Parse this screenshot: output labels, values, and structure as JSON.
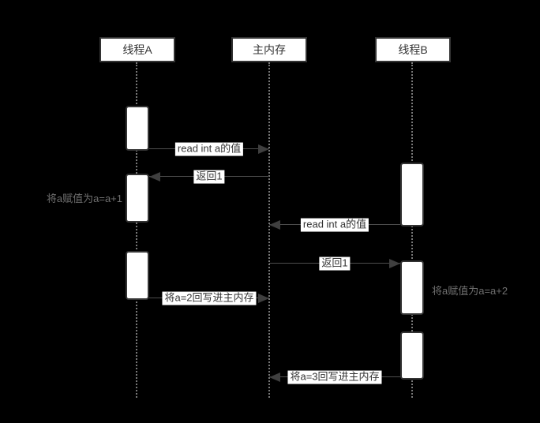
{
  "diagram": {
    "title": "JMM concurrency sequence diagram",
    "actors": [
      {
        "id": "thread-a",
        "name": "线程A"
      },
      {
        "id": "main-memory",
        "name": "主内存"
      },
      {
        "id": "thread-b",
        "name": "线程B"
      }
    ],
    "messages": [
      {
        "label": "read int a的值",
        "from": "thread-a",
        "to": "main-memory",
        "direction": "right"
      },
      {
        "label": "返回1",
        "from": "main-memory",
        "to": "thread-a",
        "direction": "left"
      },
      {
        "label": "read int a的值",
        "from": "thread-b",
        "to": "main-memory",
        "direction": "left"
      },
      {
        "label": "返回1",
        "from": "main-memory",
        "to": "thread-b",
        "direction": "right"
      },
      {
        "label": "将a=2回写进主内存",
        "from": "thread-a",
        "to": "main-memory",
        "direction": "right"
      },
      {
        "label": "将a=3回写进主内存",
        "from": "thread-b",
        "to": "main-memory",
        "direction": "left"
      }
    ],
    "notes": [
      {
        "label": "将a赋值为a=a+1",
        "attached_to": "thread-a",
        "side": "left"
      },
      {
        "label": "将a赋值为a=a+2",
        "attached_to": "thread-b",
        "side": "right"
      }
    ],
    "colors": {
      "background": "#000000",
      "box_fill": "#ffffff",
      "box_border": "#333333",
      "box_text": "#333333",
      "lifeline": "#777777",
      "arrow_line": "#4d4d4d",
      "arrow_head": "#3f3f3f",
      "label_bg": "#ffffff",
      "label_text": "#333333",
      "note_text": "#6f6f6f"
    }
  }
}
